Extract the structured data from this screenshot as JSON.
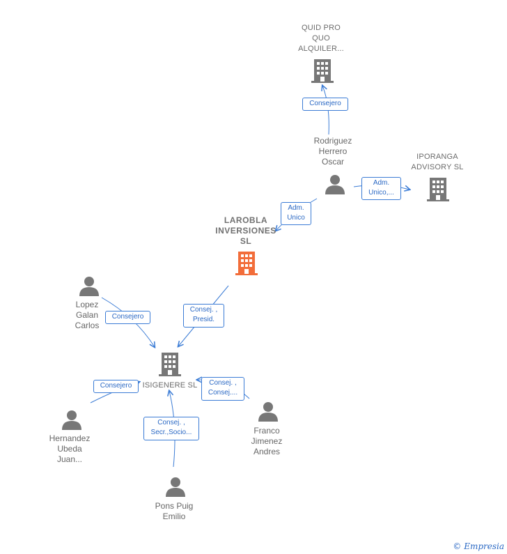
{
  "colors": {
    "line": "#3a7bd5",
    "node_gray": "#777777",
    "node_main": "#f26d3a"
  },
  "nodes": {
    "quid": {
      "label": "QUID PRO\nQUO\nALQUILER..."
    },
    "iporanga": {
      "label": "IPORANGA\nADVISORY  SL"
    },
    "larobla": {
      "label": "LAROBLA\nINVERSIONES\nSL"
    },
    "isigenere": {
      "label": "ISIGENERE SL"
    },
    "rodriguez": {
      "label": "Rodriguez\nHerrero\nOscar"
    },
    "lopez": {
      "label": "Lopez\nGalan\nCarlos"
    },
    "hernandez": {
      "label": "Hernandez\nUbeda\nJuan..."
    },
    "franco": {
      "label": "Franco\nJimenez\nAndres"
    },
    "pons": {
      "label": "Pons Puig\nEmilio"
    }
  },
  "relations": {
    "rodriguez_quid": "Consejero",
    "rodriguez_iporanga": "Adm.\nUnico,...",
    "rodriguez_larobla": "Adm.\nUnico",
    "larobla_isigenere": "Consej. ,\nPresid.",
    "lopez_isigenere": "Consejero",
    "hernandez_isigenere": "Consejero",
    "franco_isigenere": "Consej. ,\nConsej....",
    "pons_isigenere": "Consej. ,\nSecr.,Socio..."
  },
  "footer": {
    "copyright": "©",
    "brand": "Empresia"
  }
}
